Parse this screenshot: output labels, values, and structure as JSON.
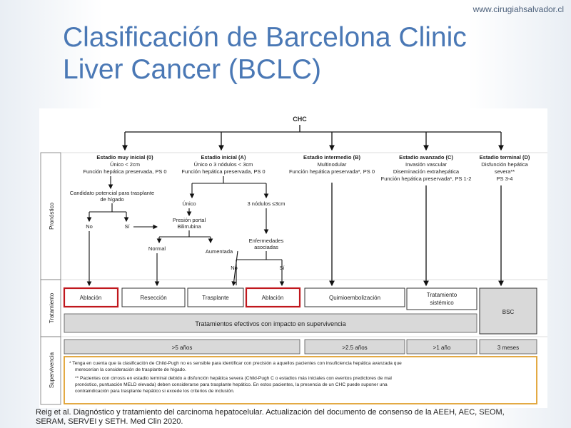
{
  "watermark": "www.cirugiahsalvador.cl",
  "title": {
    "line1": "Clasificación de Barcelona Clinic",
    "line2": "Liver Cancer (BCLC)"
  },
  "diagram": {
    "root": "CHC",
    "stages": [
      {
        "title": "Estadio muy inicial (0)",
        "lines": [
          "Único < 2cm",
          "Función hepática preservada, PS 0"
        ]
      },
      {
        "title": "Estadio inicial (A)",
        "lines": [
          "Único o 3 nódulos < 3cm",
          "Función hepática preservada, PS 0"
        ]
      },
      {
        "title": "Estadio intermedio (B)",
        "lines": [
          "Multinodular",
          "Función hepática preservada*, PS 0"
        ]
      },
      {
        "title": "Estadio avanzado (C)",
        "lines": [
          "Invasión vascular",
          "Diseminación extrahepática",
          "Función hepática preservada*, PS 1-2"
        ]
      },
      {
        "title": "Estadio terminal (D)",
        "lines": [
          "Disfunción hepática",
          "severa**",
          "PS 3-4"
        ]
      }
    ],
    "nodes": {
      "candidato_line1": "Candidato potencial para trasplante",
      "candidato_line2": "de hígado",
      "no1": "No",
      "si1": "Sí",
      "unico": "Único",
      "tres_nodulos": "3 nódulos ≤3cm",
      "presion_line1": "Presión portal",
      "presion_line2": "Bilirrubina",
      "normal": "Normal",
      "aumentada": "Aumentada",
      "enf_line1": "Enfermedades",
      "enf_line2": "asociadas",
      "no2": "No",
      "si2": "Sí"
    },
    "sections": {
      "pronostico": "Pronóstico",
      "tratamiento": "Tratamiento",
      "supervivencia": "Supervivencia"
    },
    "treatments": {
      "ablacion1": "Ablación",
      "reseccion": "Resección",
      "trasplante": "Trasplante",
      "ablacion2": "Ablación",
      "quimio": "Quimioembolización",
      "sistemico_line1": "Tratamiento",
      "sistemico_line2": "sistémico",
      "bsc": "BSC"
    },
    "effective_bar": "Tratamientos efectivos con impacto en supervivencia",
    "survival": {
      "s1": ">5 años",
      "s2": ">2.5 años",
      "s3": ">1 año",
      "s4": "3 meses"
    },
    "notes": {
      "n1_line1": "* Tenga en cuenta que la clasificación de Child-Pugh no es sensible para identificar con precisión a aquellos pacientes con insuficiencia hepática avanzada que",
      "n1_line2": "merecerían la consideración de trasplante de hígado.",
      "n2_line1": "** Pacientes con cirrosis en estadio terminal debido a disfunción hepática severa (Child-Pugh C o estadios más iniciales con eventos predictores de mal",
      "n2_line2": "pronóstico, puntuación MELD elevada) deben considerarse para trasplante hepático. En estos pacientes, la presencia de un CHC puede suponer una",
      "n2_line3": "contraindicación para trasplante hepático si excede los criterios de inclusión."
    }
  },
  "citation": {
    "line1": "Reig et al. Diagnóstico y tratamiento del carcinoma hepatocelular. Actualización del  documento  de consenso de la AEEH, AEC, SEOM,",
    "line2": "SERAM, SERVEI y SETH. Med Clin 2020."
  },
  "colors": {
    "title": "#4a78b5",
    "highlight_border": "#c0171d",
    "note_border": "#e0a030",
    "bar_fill": "#d9d9d9"
  }
}
